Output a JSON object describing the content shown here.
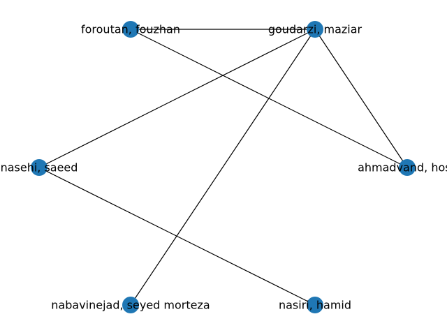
{
  "graph": {
    "node_color": "#1f77b4",
    "edge_color": "#000000",
    "nodes": [
      {
        "id": "foroutan",
        "label": "foroutan, fouzhan"
      },
      {
        "id": "goudarzi",
        "label": "goudarzi, maziar"
      },
      {
        "id": "nasehi",
        "label": "nasehi, saeed"
      },
      {
        "id": "ahmadvand",
        "label": "ahmadvand, hoss"
      },
      {
        "id": "nabavinejad",
        "label": "nabavinejad, seyed morteza"
      },
      {
        "id": "nasiri",
        "label": "nasiri, hamid"
      }
    ],
    "edges": [
      {
        "source": "foroutan",
        "target": "goudarzi"
      },
      {
        "source": "foroutan",
        "target": "ahmadvand"
      },
      {
        "source": "goudarzi",
        "target": "nasehi"
      },
      {
        "source": "goudarzi",
        "target": "nabavinejad"
      },
      {
        "source": "goudarzi",
        "target": "ahmadvand"
      },
      {
        "source": "nasehi",
        "target": "nasiri"
      }
    ]
  }
}
